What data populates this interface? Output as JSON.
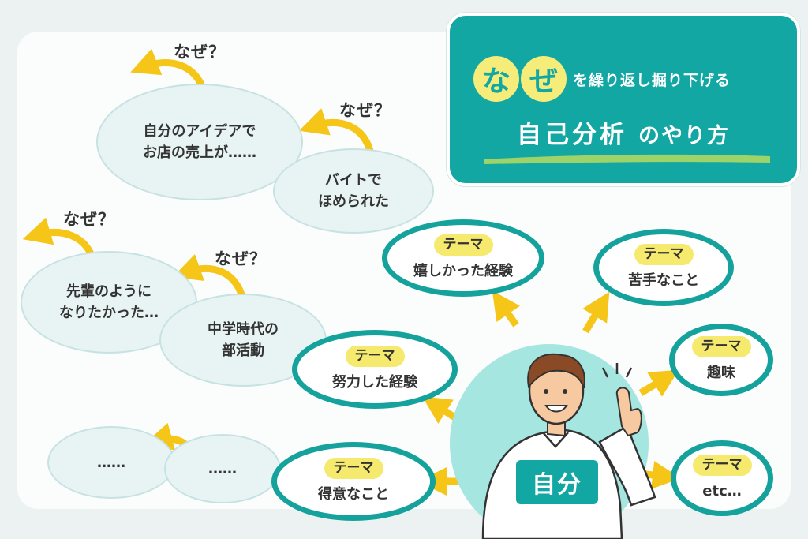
{
  "title_card": {
    "circle_1": "な",
    "circle_2": "ぜ",
    "subtitle": "を繰り返し掘り下げる",
    "main_title": "自己分析",
    "main_suffix": "のやり方"
  },
  "why_label": "なぜ？",
  "theme_label": "テーマ",
  "themes": [
    {
      "label": "テーマ",
      "text": "嬉しかった経験"
    },
    {
      "label": "テーマ",
      "text": "苦手なこと"
    },
    {
      "label": "テーマ",
      "text": "趣味"
    },
    {
      "label": "テーマ",
      "text": "努力した経験"
    },
    {
      "label": "テーマ",
      "text": "得意なこと"
    },
    {
      "label": "テーマ",
      "text": "etc…"
    }
  ],
  "thoughts": [
    {
      "text": "自分のアイデアで\nお店の売上が……"
    },
    {
      "text": "バイトで\nほめられた"
    },
    {
      "text": "先輩のように\nなりたかった…"
    },
    {
      "text": "中学時代の\n部活動"
    },
    {
      "text": "……"
    },
    {
      "text": "……"
    }
  ],
  "self_label": "自分",
  "colors": {
    "teal": "#12a7a2",
    "light_teal": "#a6e6e0",
    "yellow_chip": "#f6ea6e",
    "arrow": "#f5c518",
    "background": "#ecf2f2"
  }
}
